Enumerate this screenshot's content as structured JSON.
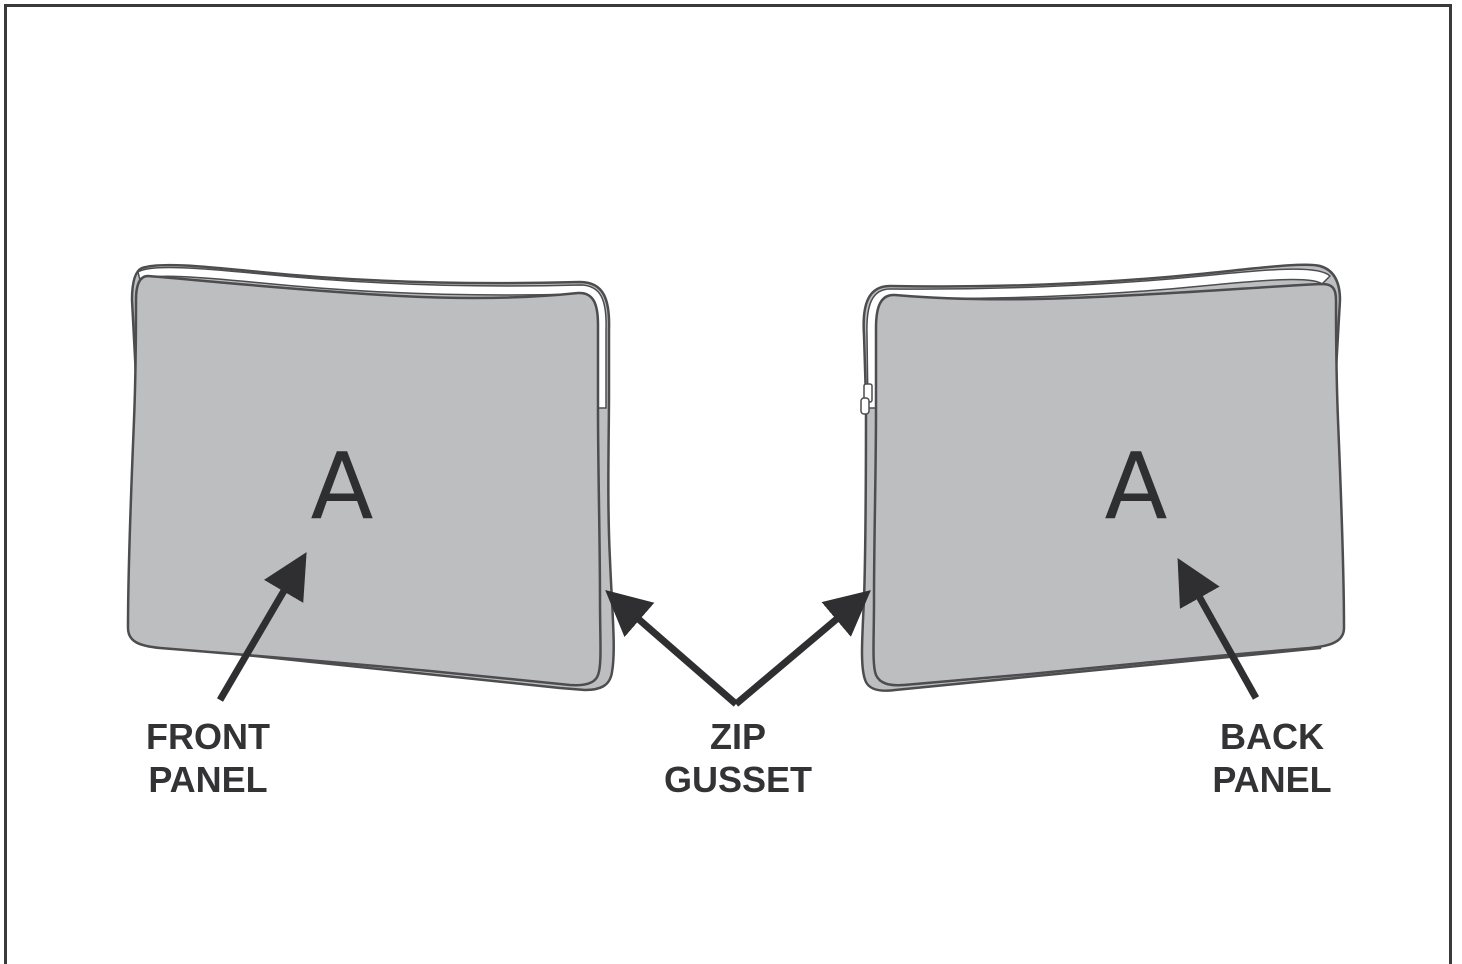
{
  "colors": {
    "panel_fill": "#bcbec0",
    "outline": "#4d4d4f",
    "zip_tape": "#ffffff",
    "label_text": "#333335",
    "arrow": "#2f2f31"
  },
  "front_panel": {
    "letter": "A",
    "label_line1": "FRONT",
    "label_line2": "PANEL"
  },
  "back_panel": {
    "letter": "A",
    "label_line1": "BACK",
    "label_line2": "PANEL"
  },
  "zip_gusset": {
    "label_line1": "ZIP",
    "label_line2": "GUSSET"
  }
}
